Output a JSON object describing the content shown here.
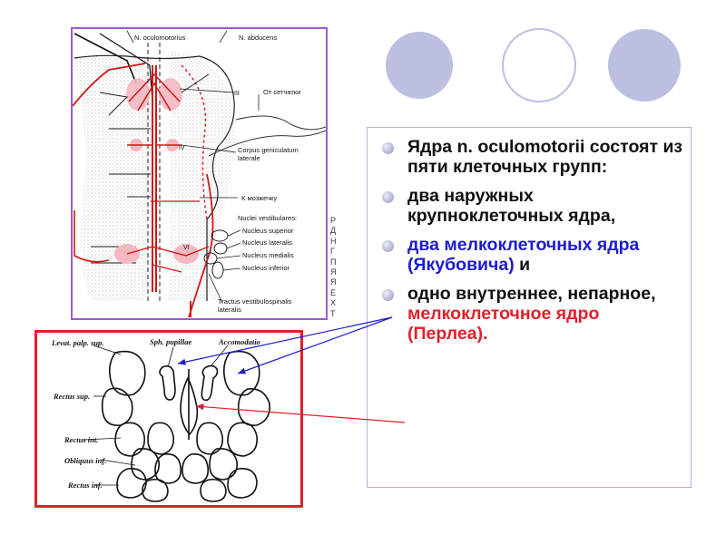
{
  "top_figure": {
    "labels": {
      "oculomotorius": "N. oculomotorius",
      "abducens": "N. abducens",
      "roman_iii": "III",
      "roman_iv": "IV",
      "roman_vi": "VI",
      "retina": "От сетчатки",
      "corpus_1": "Corpus geniculatum",
      "corpus_2": "laterale",
      "cerebellum": "К мозжечку",
      "vest_title": "Nuclei vestibulares:",
      "vest_superior": "Nucleus superior",
      "vest_lateralis": "Nucleus lateralis",
      "vest_medialis": "Nucleus medialis",
      "vest_inferior": "Nucleus inferior",
      "tract_1": "Tractus vestibulospinalis",
      "tract_2": "lateralis"
    }
  },
  "bottom_figure": {
    "labels": {
      "levat": "Levat. palp. sup.",
      "sph": "Sph. pupillae",
      "accomodatio": "Accomodatio",
      "rectus_sup": "Rectus sup.",
      "rectus_int": "Rectus int.",
      "obliquus": "Obliquus inf.",
      "rectus_inf": "Rectus inf."
    }
  },
  "side_letters": [
    "Р",
    "Д",
    "Н",
    "Г",
    "П",
    "Я",
    "Я",
    "Е",
    "Х",
    "Т"
  ],
  "text": {
    "item1": "Ядра n. oculomotorii состоят из пяти клеточных групп:",
    "item2": " два наружных крупноклеточных ядра,",
    "item3_blue": "два мелкоклеточных ядра (Якубовича)",
    "item3_tail": " и",
    "item4_black": "одно внутреннее, непарное, ",
    "item4_red": "мелкоклеточное ядро (Перлеа)."
  },
  "colors": {
    "circle_fill": "#bcbfdf",
    "top_frame": "#9b59d0",
    "bottom_frame": "#e0202a",
    "blue_text": "#1c1ccc",
    "red_text": "#e0202a"
  }
}
